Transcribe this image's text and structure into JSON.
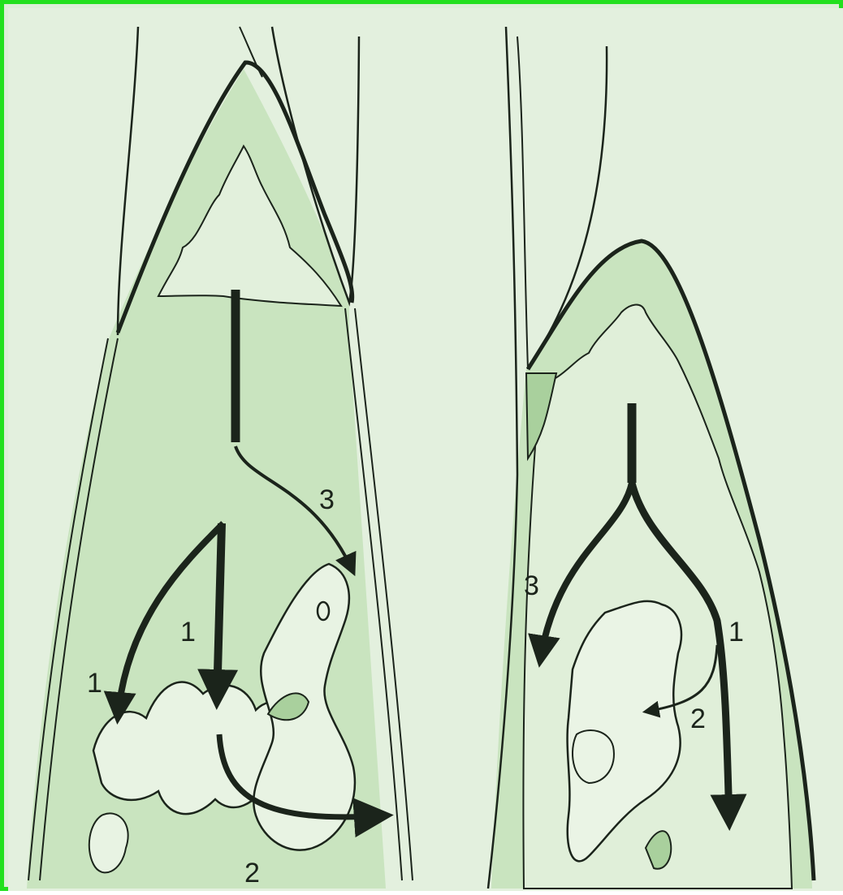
{
  "colors": {
    "frame": "#22e01e",
    "paper": "#e4f1df",
    "bone": "#c8e4bd",
    "bone_dark": "#9fcb94",
    "ink": "#1b241b"
  },
  "left_panel": {
    "labels": [
      "1",
      "1",
      "2",
      "3"
    ]
  },
  "right_panel": {
    "labels": [
      "1",
      "2",
      "3"
    ]
  }
}
